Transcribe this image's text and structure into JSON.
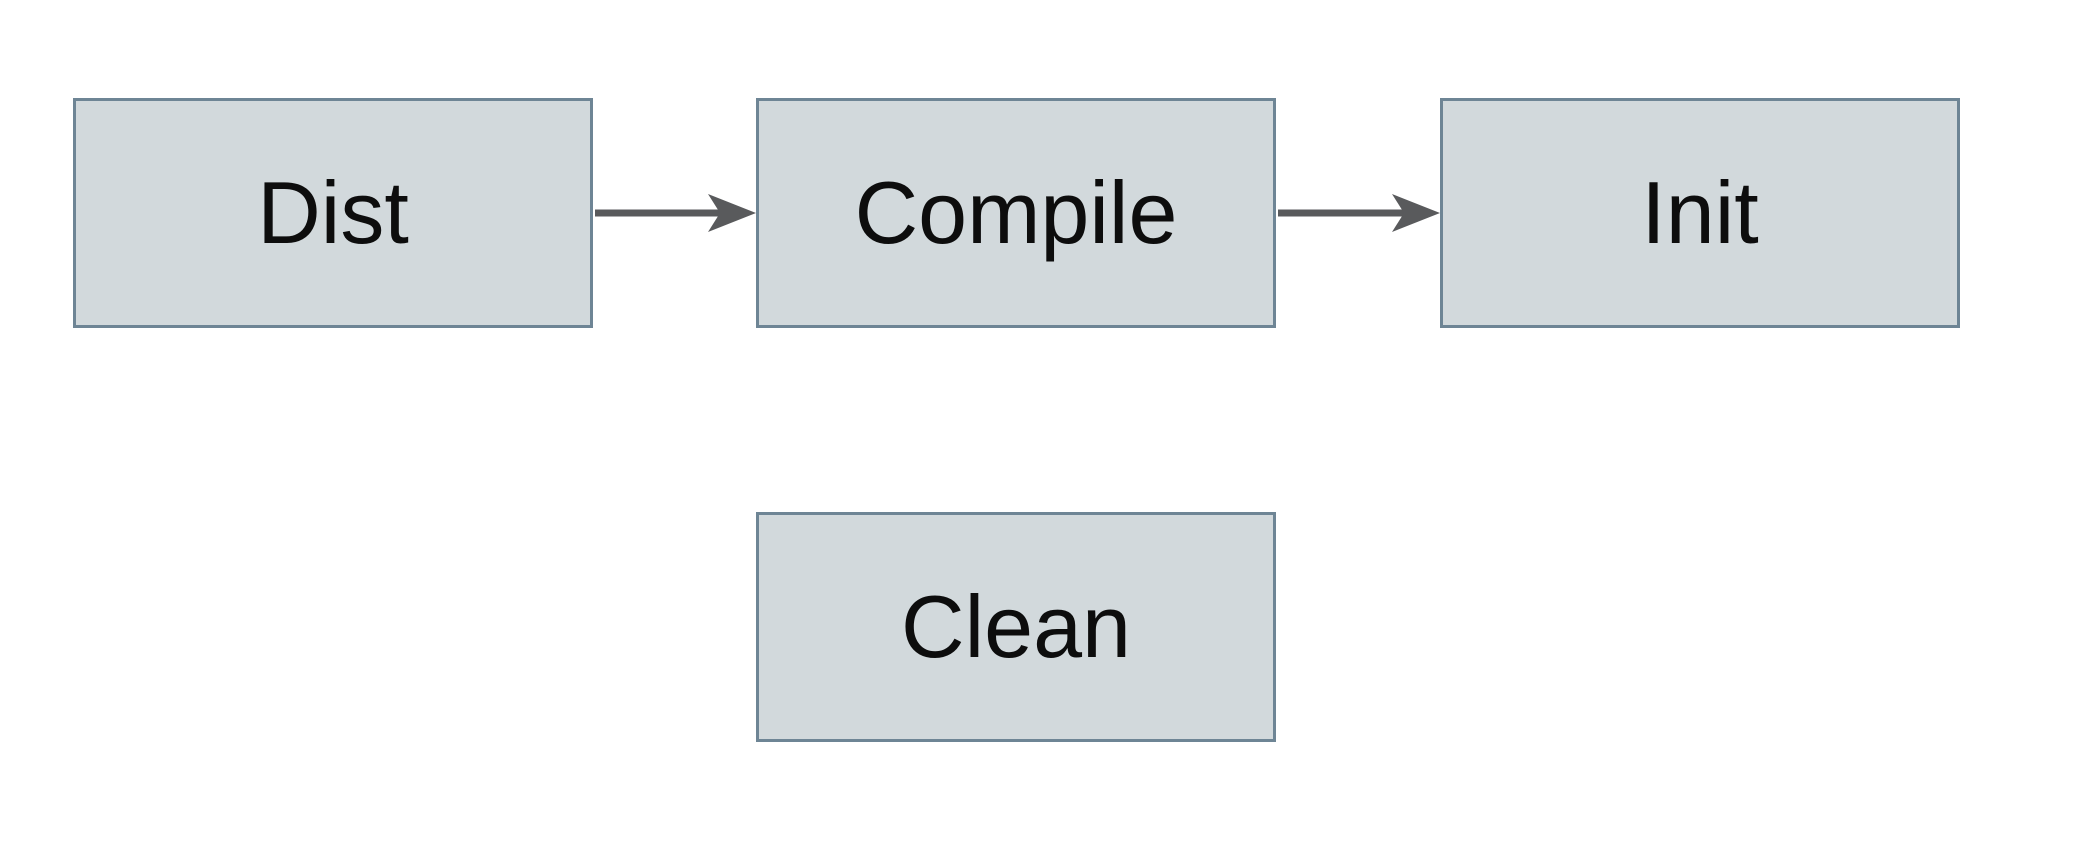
{
  "diagram": {
    "title": "build-targets-flow",
    "nodes": [
      {
        "id": "dist",
        "label": "Dist"
      },
      {
        "id": "compile",
        "label": "Compile"
      },
      {
        "id": "init",
        "label": "Init"
      },
      {
        "id": "clean",
        "label": "Clean"
      }
    ],
    "edges": [
      {
        "from": "dist",
        "to": "compile",
        "style": "solid-arrow-right"
      },
      {
        "from": "compile",
        "to": "init",
        "style": "solid-arrow-right"
      }
    ]
  },
  "theme": {
    "canvas_bg": "#ffffff",
    "node_fill": "#d2d9dc",
    "node_border": "#6e8595",
    "node_text": "#0d0d0d",
    "arrow_color": "#595a5c"
  }
}
